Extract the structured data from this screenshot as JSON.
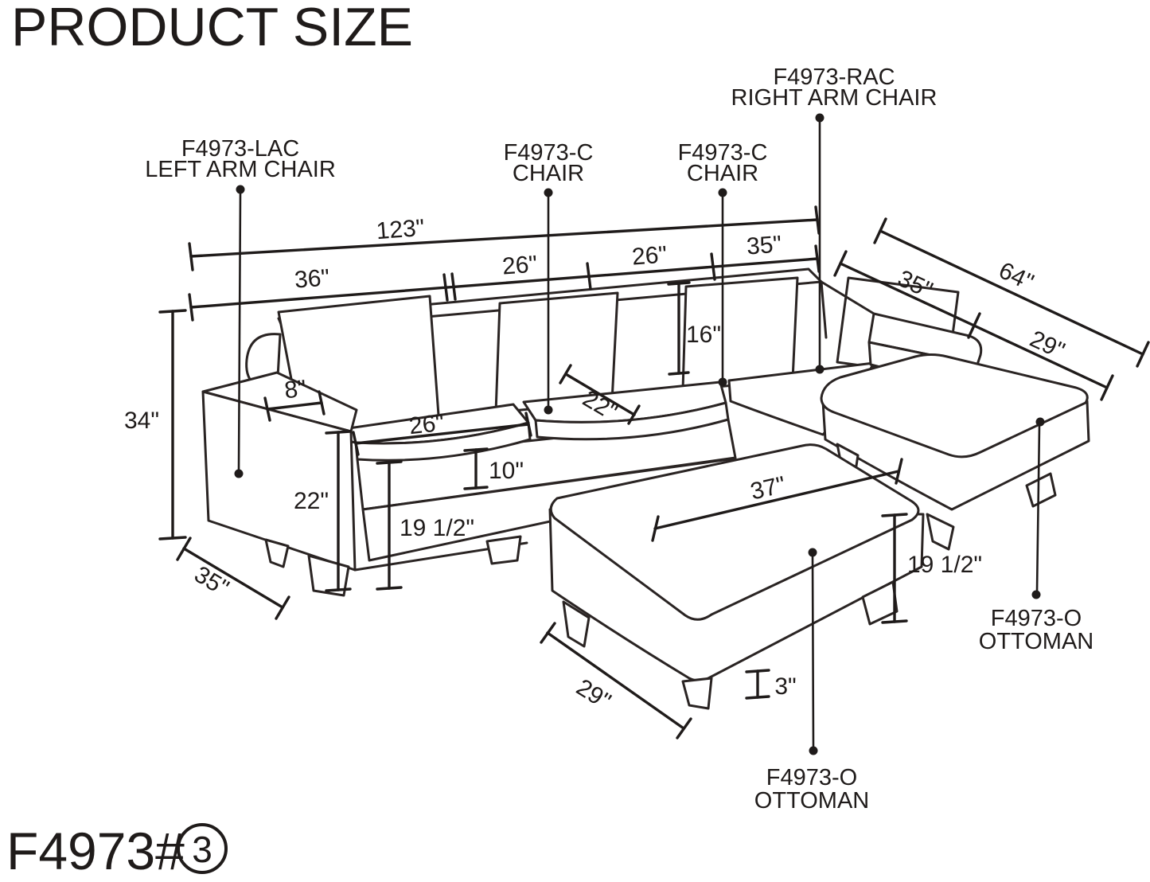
{
  "page": {
    "title": "PRODUCT SIZE",
    "background": "#ffffff",
    "line_color": "#2a2423"
  },
  "footer": {
    "model_code": "F4973#",
    "variant_number": "3"
  },
  "labels": {
    "lac": {
      "line1": "F4973-LAC",
      "line2": "LEFT ARM CHAIR"
    },
    "chair1": {
      "line1": "F4973-C",
      "line2": "CHAIR"
    },
    "chair2": {
      "line1": "F4973-C",
      "line2": "CHAIR"
    },
    "rac": {
      "line1": "F4973-RAC",
      "line2": "RIGHT ARM CHAIR"
    },
    "ottoman_front": {
      "line1": "F4973-O",
      "line2": "OTTOMAN"
    },
    "ottoman_right": {
      "line1": "F4973-O",
      "line2": "OTTOMAN"
    }
  },
  "dims": {
    "overall_width": "123\"",
    "lac_width": "36\"",
    "chair1_width": "26\"",
    "chair2_width": "26\"",
    "rac_width": "35\"",
    "chaise_total_depth": "64\"",
    "chaise_seat_depth": "35\"",
    "chaise_ottoman_depth": "29\"",
    "back_cushion_height": "16\"",
    "arm_top_width": "8\"",
    "seat_cushion_width": "26\"",
    "seat_depth": "22\"",
    "arm_front_height": "22\"",
    "rail_height": "10\"",
    "seat_height": "19 1/2\"",
    "overall_height": "34\"",
    "lac_depth": "35\"",
    "ottoman_width": "37\"",
    "ottoman_height": "19 1/2\"",
    "ottoman_depth": "29\"",
    "foot_height": "3\""
  }
}
